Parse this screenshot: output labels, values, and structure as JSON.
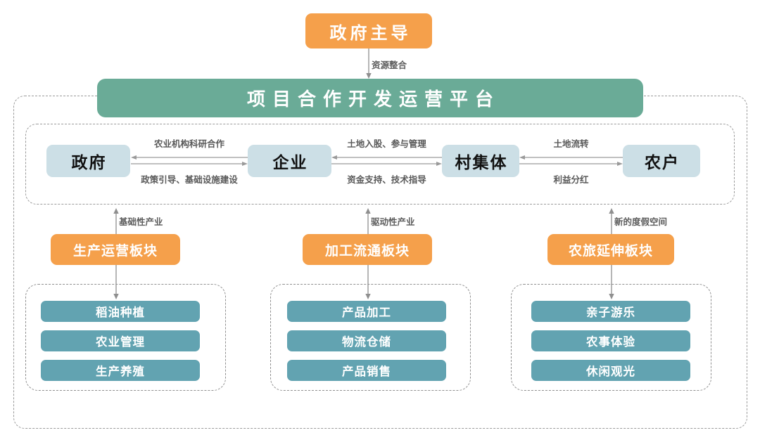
{
  "diagram": {
    "lead": {
      "label": "政府主导"
    },
    "lead_arrow": {
      "label": "资源整合"
    },
    "platform": {
      "label": "项目合作开发运营平台"
    },
    "actors": [
      {
        "label": "政府"
      },
      {
        "label": "企业"
      },
      {
        "label": "村集体"
      },
      {
        "label": "农户"
      }
    ],
    "relations": [
      {
        "top": "农业机构科研合作",
        "bottom": "政策引导、基础设施建设"
      },
      {
        "top": "土地入股、参与管理",
        "bottom": "资金支持、技术指导"
      },
      {
        "top": "土地流转",
        "bottom": "利益分红"
      }
    ],
    "sectors": [
      {
        "uplink": "基础性产业",
        "label": "生产运营板块",
        "items": [
          "稻油种植",
          "农业管理",
          "生产养殖"
        ]
      },
      {
        "uplink": "驱动性产业",
        "label": "加工流通板块",
        "items": [
          "产品加工",
          "物流仓储",
          "产品销售"
        ]
      },
      {
        "uplink": "新的度假空间",
        "label": "农旅延伸板块",
        "items": [
          "亲子游乐",
          "农事体验",
          "休闲观光"
        ]
      }
    ],
    "colors": {
      "orange": "#F5A04B",
      "green": "#6AAB97",
      "teal": "#62A3B1",
      "light_blue": "#CCDFE6",
      "line_gray": "#8f8f8f",
      "label_gray": "#595959"
    }
  }
}
